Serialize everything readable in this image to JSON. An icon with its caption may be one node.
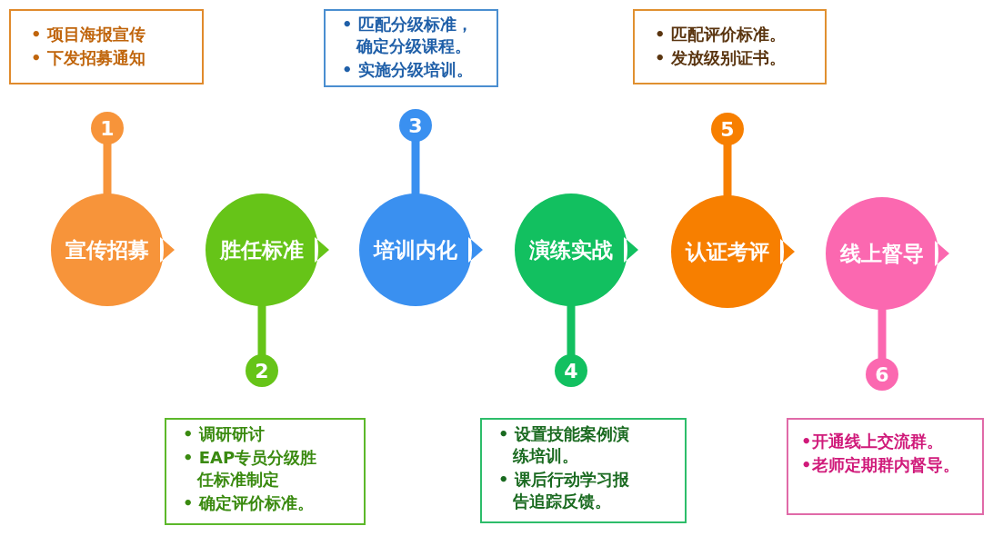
{
  "diagram": {
    "nodes": [
      {
        "text": [
          "• 项目海报宣传",
          "• 下发招募通知"
        ]
      },
      {
        "text": [
          "• 匹配分级标准，确定分级课程。",
          "• 实施分级培训。"
        ]
      },
      {
        "text": [
          "• 匹配评价标准。",
          "• 发放级别证书。"
        ]
      },
      {
        "text": [
          "1"
        ]
      },
      {
        "text": [
          "3"
        ]
      },
      {
        "text": [
          "5"
        ]
      },
      {
        "text": [
          "宣传招募"
        ]
      },
      {
        "text": [
          "胜任标准"
        ]
      },
      {
        "text": [
          "培训内化"
        ]
      },
      {
        "text": [
          "演练实战"
        ]
      },
      {
        "text": [
          "认证考评"
        ]
      },
      {
        "text": [
          "线上督导"
        ]
      },
      {
        "text": [
          "2"
        ]
      },
      {
        "text": [
          "4"
        ]
      },
      {
        "text": [
          "6"
        ]
      },
      {
        "text": [
          "• 调研研讨",
          "• EAP专员分级胜任标准制定",
          "• 确定评价标准。"
        ]
      },
      {
        "text": [
          "• 设置技能案例演练培训。",
          "• 课后行动学习报告追踪反馈。"
        ]
      },
      {
        "text": [
          "•开通线上交流群。",
          "•老师定期群内督导。"
        ]
      }
    ],
    "edges": [
      {
        "from": 6,
        "to": 3,
        "arrow": "none",
        "color": "#f7943a"
      },
      {
        "from": 7,
        "to": 12,
        "arrow": "none",
        "color": "#66c418"
      },
      {
        "from": 8,
        "to": 4,
        "arrow": "none",
        "color": "#3a90f0"
      },
      {
        "from": 9,
        "to": 13,
        "arrow": "none",
        "color": "#12c060"
      },
      {
        "from": 10,
        "to": 5,
        "arrow": "none",
        "color": "#f77f00"
      },
      {
        "from": 11,
        "to": 14,
        "arrow": "none",
        "color": "#fb68b0"
      }
    ]
  }
}
